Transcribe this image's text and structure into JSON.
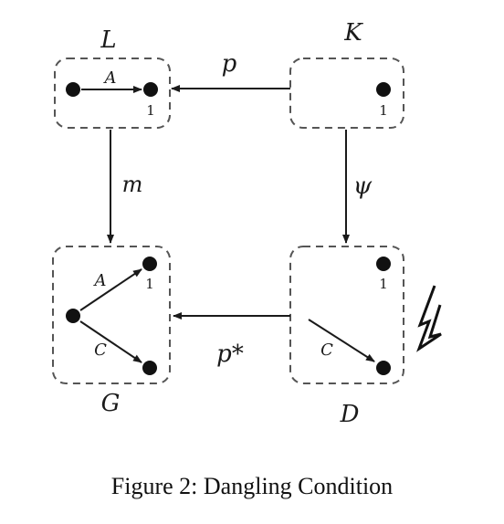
{
  "objects": {
    "L": "L",
    "K": "K",
    "G": "G",
    "D": "D"
  },
  "morphisms": {
    "p": "p",
    "m": "m",
    "psi": "ψ",
    "p_star": "p*"
  },
  "edge_labels": {
    "L_A": "A",
    "G_A": "A",
    "G_C": "C",
    "D_C": "C"
  },
  "node_labels": {
    "L_1": "1",
    "K_1": "1",
    "G_1": "1",
    "D_1": "1"
  },
  "icons": {
    "violation": "lightning-bolt-icon"
  },
  "caption": "Figure 2: Dangling Condition"
}
